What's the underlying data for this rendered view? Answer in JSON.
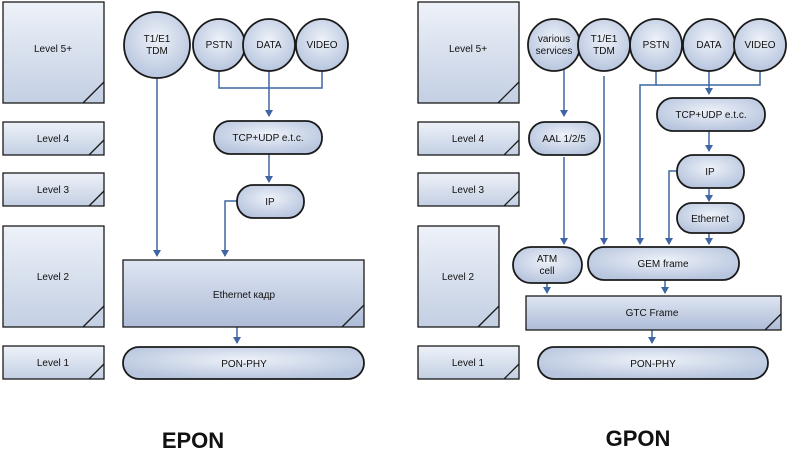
{
  "colors": {
    "fill_light": "#dfe6f3",
    "fill_dark": "#a3b3cf",
    "stroke": "#1a1a1a",
    "arrow": "#3f66a3"
  },
  "epon": {
    "title": "EPON",
    "levels": [
      "Level 5+",
      "Level 4",
      "Level 3",
      "Level 2",
      "Level 1"
    ],
    "t1e1": [
      "T1/E1",
      "TDM"
    ],
    "pstn": "PSTN",
    "data": "DATA",
    "video": "VIDEO",
    "tcpudp": "TCP+UDP e.t.c.",
    "ip": "IP",
    "ethernet_frame": "Ethernet кадр",
    "ponphy": "PON-PHY"
  },
  "gpon": {
    "title": "GPON",
    "levels": [
      "Level 5+",
      "Level 4",
      "Level 3",
      "Level 2",
      "Level 1"
    ],
    "various": [
      "various",
      "services"
    ],
    "t1e1": [
      "T1/E1",
      "TDM"
    ],
    "pstn": "PSTN",
    "data": "DATA",
    "video": "VIDEO",
    "aal": "AAL 1/2/5",
    "tcpudp": "TCP+UDP e.t.c.",
    "ip": "IP",
    "ethernet": "Ethernet",
    "atm": [
      "ATM",
      "cell"
    ],
    "gem": "GEM frame",
    "gtc": "GTC Frame",
    "ponphy": "PON-PHY"
  }
}
